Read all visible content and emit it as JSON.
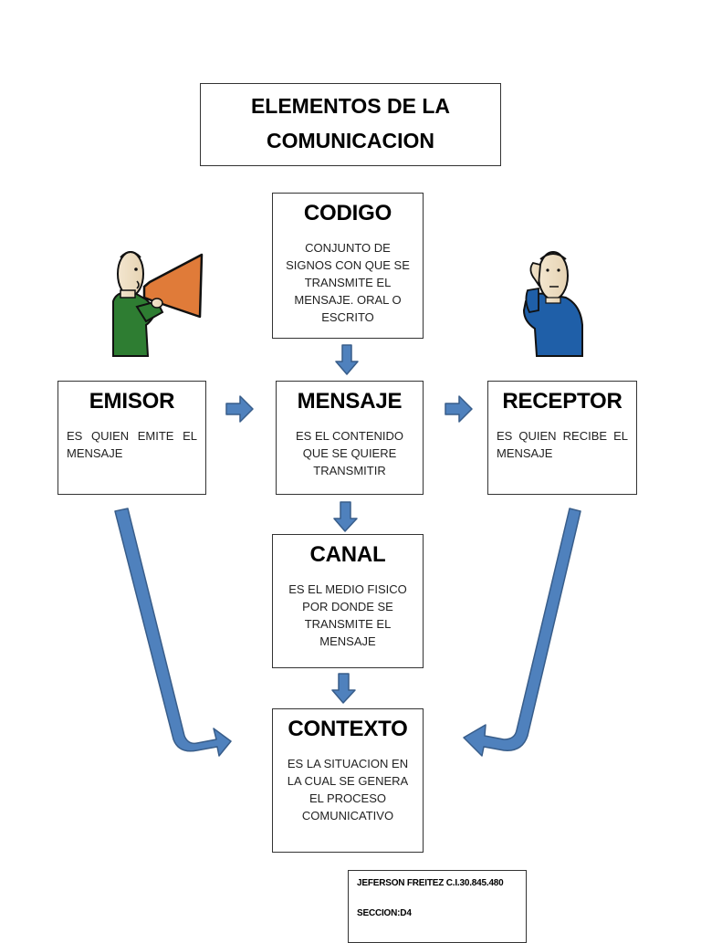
{
  "title": {
    "line1": "ELEMENTOS DE LA",
    "line2": "COMUNICACION"
  },
  "nodes": {
    "codigo": {
      "heading": "CODIGO",
      "text": "CONJUNTO DE SIGNOS CON QUE SE TRANSMITE EL MENSAJE. ORAL O ESCRITO"
    },
    "emisor": {
      "heading": "EMISOR",
      "text": "ES QUIEN EMITE EL MENSAJE"
    },
    "mensaje": {
      "heading": "MENSAJE",
      "text": "ES EL CONTENIDO QUE SE QUIERE TRANSMITIR"
    },
    "receptor": {
      "heading": "RECEPTOR",
      "text": "ES QUIEN RECIBE EL MENSAJE"
    },
    "canal": {
      "heading": "CANAL",
      "text": "ES EL MEDIO FISICO POR DONDE SE TRANSMITE EL MENSAJE"
    },
    "contexto": {
      "heading": "CONTEXTO",
      "text": "ES LA SITUACION EN LA CUAL SE GENERA EL PROCESO COMUNICATIVO"
    }
  },
  "author": {
    "name_line": "JEFERSON FREITEZ C.I.30.845.480",
    "section_line": "SECCION:D4"
  },
  "colors": {
    "arrow_fill": "#4f81bd",
    "arrow_stroke": "#385d8a",
    "megaphone": "#e07b39",
    "emisor_shirt": "#2e7d32",
    "receptor_shirt": "#1f5fa8"
  },
  "icons": {
    "sender": "person-with-megaphone-icon",
    "receiver": "person-listening-icon"
  }
}
